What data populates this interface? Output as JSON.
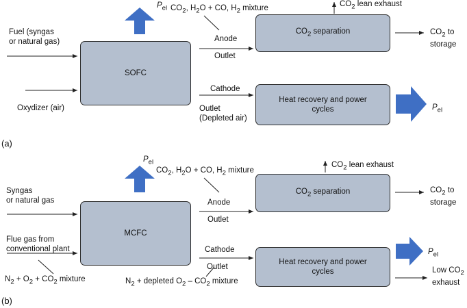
{
  "colors": {
    "box_fill": "#b4bfcf",
    "box_border": "#2b2b2b",
    "power_arrow": "#3f6fc4",
    "line": "#222222"
  },
  "panel_a": {
    "tag": "(a)",
    "cell": "SOFC",
    "fuel": [
      "Fuel (syngas",
      "or natural gas)"
    ],
    "oxidizer": "Oxydizer (air)",
    "power_top": {
      "main": "P",
      "sub": "el"
    },
    "mixture": {
      "p1": "CO",
      "s1": "2",
      "p2": ", H",
      "s2": "2",
      "p3": "O + CO, H",
      "s3": "2",
      "p4": " mixture"
    },
    "anode": "Anode",
    "anode_outlet": "Outlet",
    "separation": {
      "main": "CO",
      "sub": "2",
      "rest": " separation"
    },
    "lean": {
      "main": "CO",
      "sub": "2",
      "rest": " lean exhaust"
    },
    "storage": {
      "main": "CO",
      "sub": "2",
      "rest": " to",
      "line2": "storage"
    },
    "cathode": "Cathode",
    "cathode_outlet": [
      "Outlet",
      "(Depleted air)"
    ],
    "heat": [
      "Heat recovery and power",
      "cycles"
    ],
    "power_right": {
      "main": "P",
      "sub": "el"
    }
  },
  "panel_b": {
    "tag": "(b)",
    "cell": "MCFC",
    "fuel": [
      "Syngas",
      "or natural gas"
    ],
    "flue": [
      "Flue gas from",
      "conventional plant"
    ],
    "feed_mixture": {
      "p1": "N",
      "s1": "2",
      "p2": " + O",
      "s2": "2",
      "p3": " + CO",
      "s3": "2",
      "p4": " mixture"
    },
    "power_top": {
      "main": "P",
      "sub": "el"
    },
    "mixture": {
      "p1": "CO",
      "s1": "2",
      "p2": ", H",
      "s2": "2",
      "p3": "O + CO, H",
      "s3": "2",
      "p4": " mixture"
    },
    "anode": "Anode",
    "anode_outlet": "Outlet",
    "separation": {
      "main": "CO",
      "sub": "2",
      "rest": " separation"
    },
    "lean": {
      "main": "CO",
      "sub": "2",
      "rest": " lean exhaust"
    },
    "storage": {
      "main": "CO",
      "sub": "2",
      "rest": " to",
      "line2": "storage"
    },
    "cathode": "Cathode",
    "cathode_outlet": "Outlet",
    "depleted": {
      "p1": "N",
      "s1": "2",
      "p2": " + depleted O",
      "s2": "2",
      "p3": " – CO",
      "s3": "2",
      "p4": " mixture"
    },
    "heat": [
      "Heat recovery and power",
      "cycles"
    ],
    "power_right": {
      "main": "P",
      "sub": "el"
    },
    "low_co2": {
      "main": "Low CO",
      "sub": "2",
      "line2": "exhaust"
    }
  }
}
